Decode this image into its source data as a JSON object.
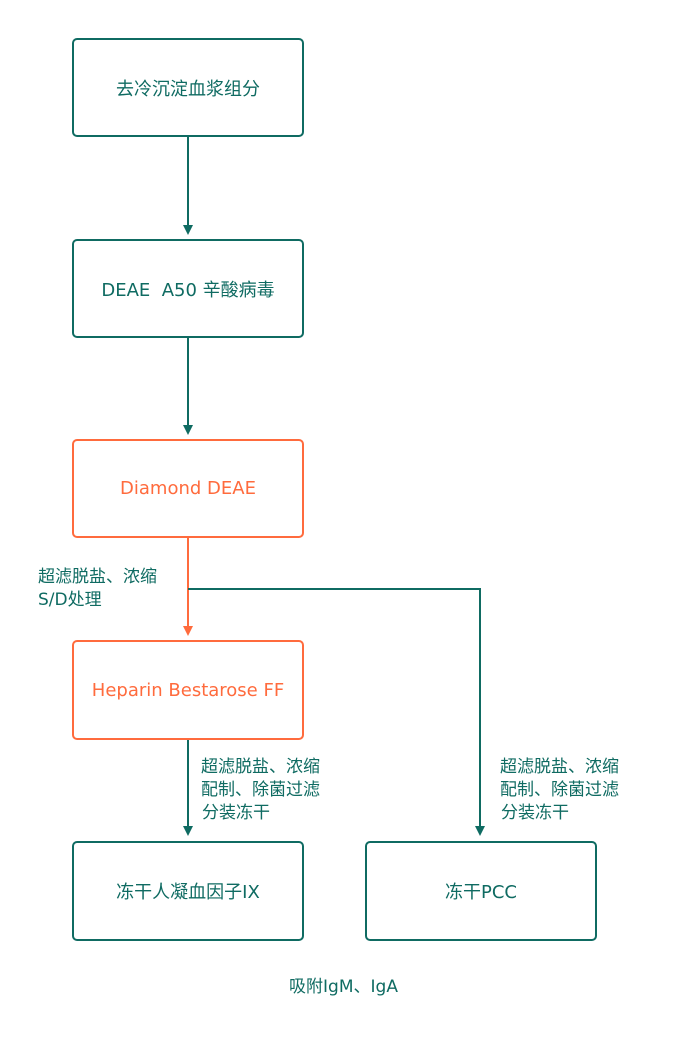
{
  "nodes": {
    "n1": "去冷沉淀血浆组分",
    "n2": "DEAE  A50 辛酸病毒",
    "n3": "Diamond DEAE",
    "n4": "Heparin Bestarose FF",
    "n5": "冻干人凝血因子IX",
    "n6": "冻干PCC"
  },
  "labels": {
    "between_3_4": [
      "超滤脱盐、浓缩",
      "S/D处理"
    ],
    "between_4_5": [
      "超滤脱盐、浓缩",
      "配制、除菌过滤",
      "分装冻干"
    ],
    "to_6": [
      "超滤脱盐、浓缩",
      "配制、除菌过滤",
      "分装冻干"
    ]
  },
  "footer": "吸附IgM、IgA",
  "colors": {
    "primary": "#0f6b62",
    "accent": "#ff6b3d"
  }
}
